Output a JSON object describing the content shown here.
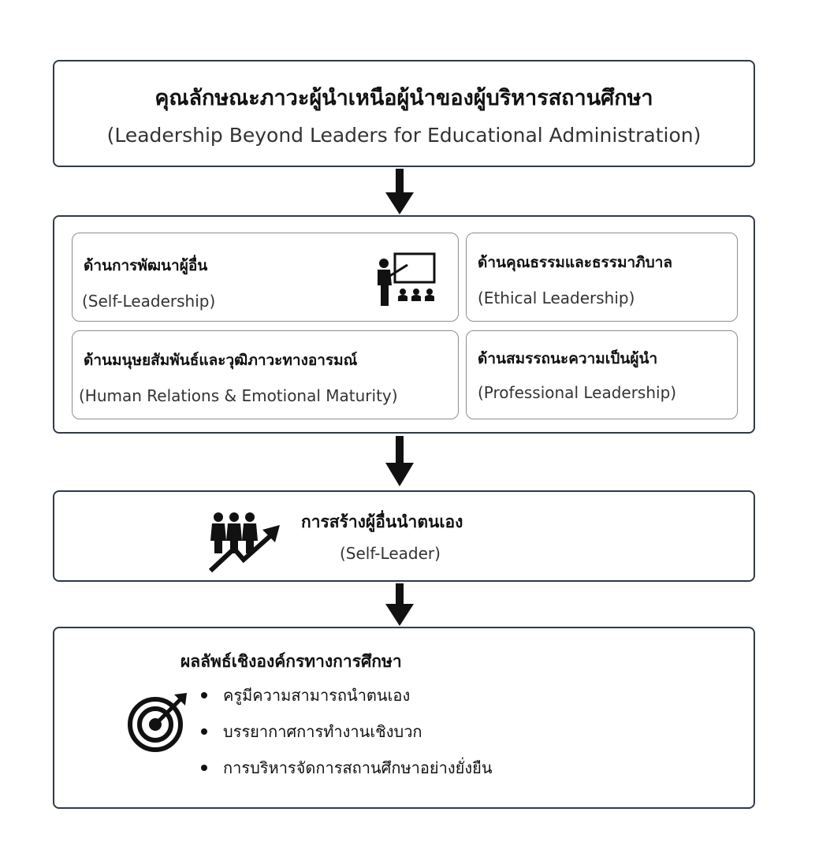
{
  "box1": {
    "title_th": "คุณลักษณะภาวะผู้นำเหนือผู้นำของผู้บริหารสถานศึกษา",
    "title_en": "(Leadership Beyond Leaders for Educational Administration)"
  },
  "box2": {
    "items": [
      {
        "th": "ด้านการพัฒนาผู้อื่น",
        "en": "(Self-Leadership)"
      },
      {
        "th": "ด้านคุณธรรมและธรรมาภิบาล",
        "en": "(Ethical Leadership)"
      },
      {
        "th": "ด้านมนุษยสัมพันธ์และวุฒิภาวะทางอารมณ์",
        "en": "(Human Relations & Emotional Maturity)"
      },
      {
        "th": "ด้านสมรรถนะความเป็นผู้นำ",
        "en": "(Professional Leadership)"
      }
    ]
  },
  "box3": {
    "th": "การสร้างผู้อื่นนำตนเอง",
    "en": "(Self-Leader)"
  },
  "box4": {
    "title": "ผลลัพธ์เชิงองค์กรทางการศึกษา",
    "bullets": [
      "ครูมีความสามารถนำตนเอง",
      "บรรยากาศการทำงานเชิงบวก",
      "การบริหารจัดการสถานศึกษาอย่างยั่งยืน"
    ]
  },
  "icons": {
    "teacher": "teacher-presentation-icon",
    "growth": "people-growth-arrow-icon",
    "target": "target-dart-icon",
    "arrow": "down-arrow-icon"
  },
  "colors": {
    "border": "#2f3a4a",
    "sub_border": "#8a8f96",
    "icon": "#111111"
  }
}
